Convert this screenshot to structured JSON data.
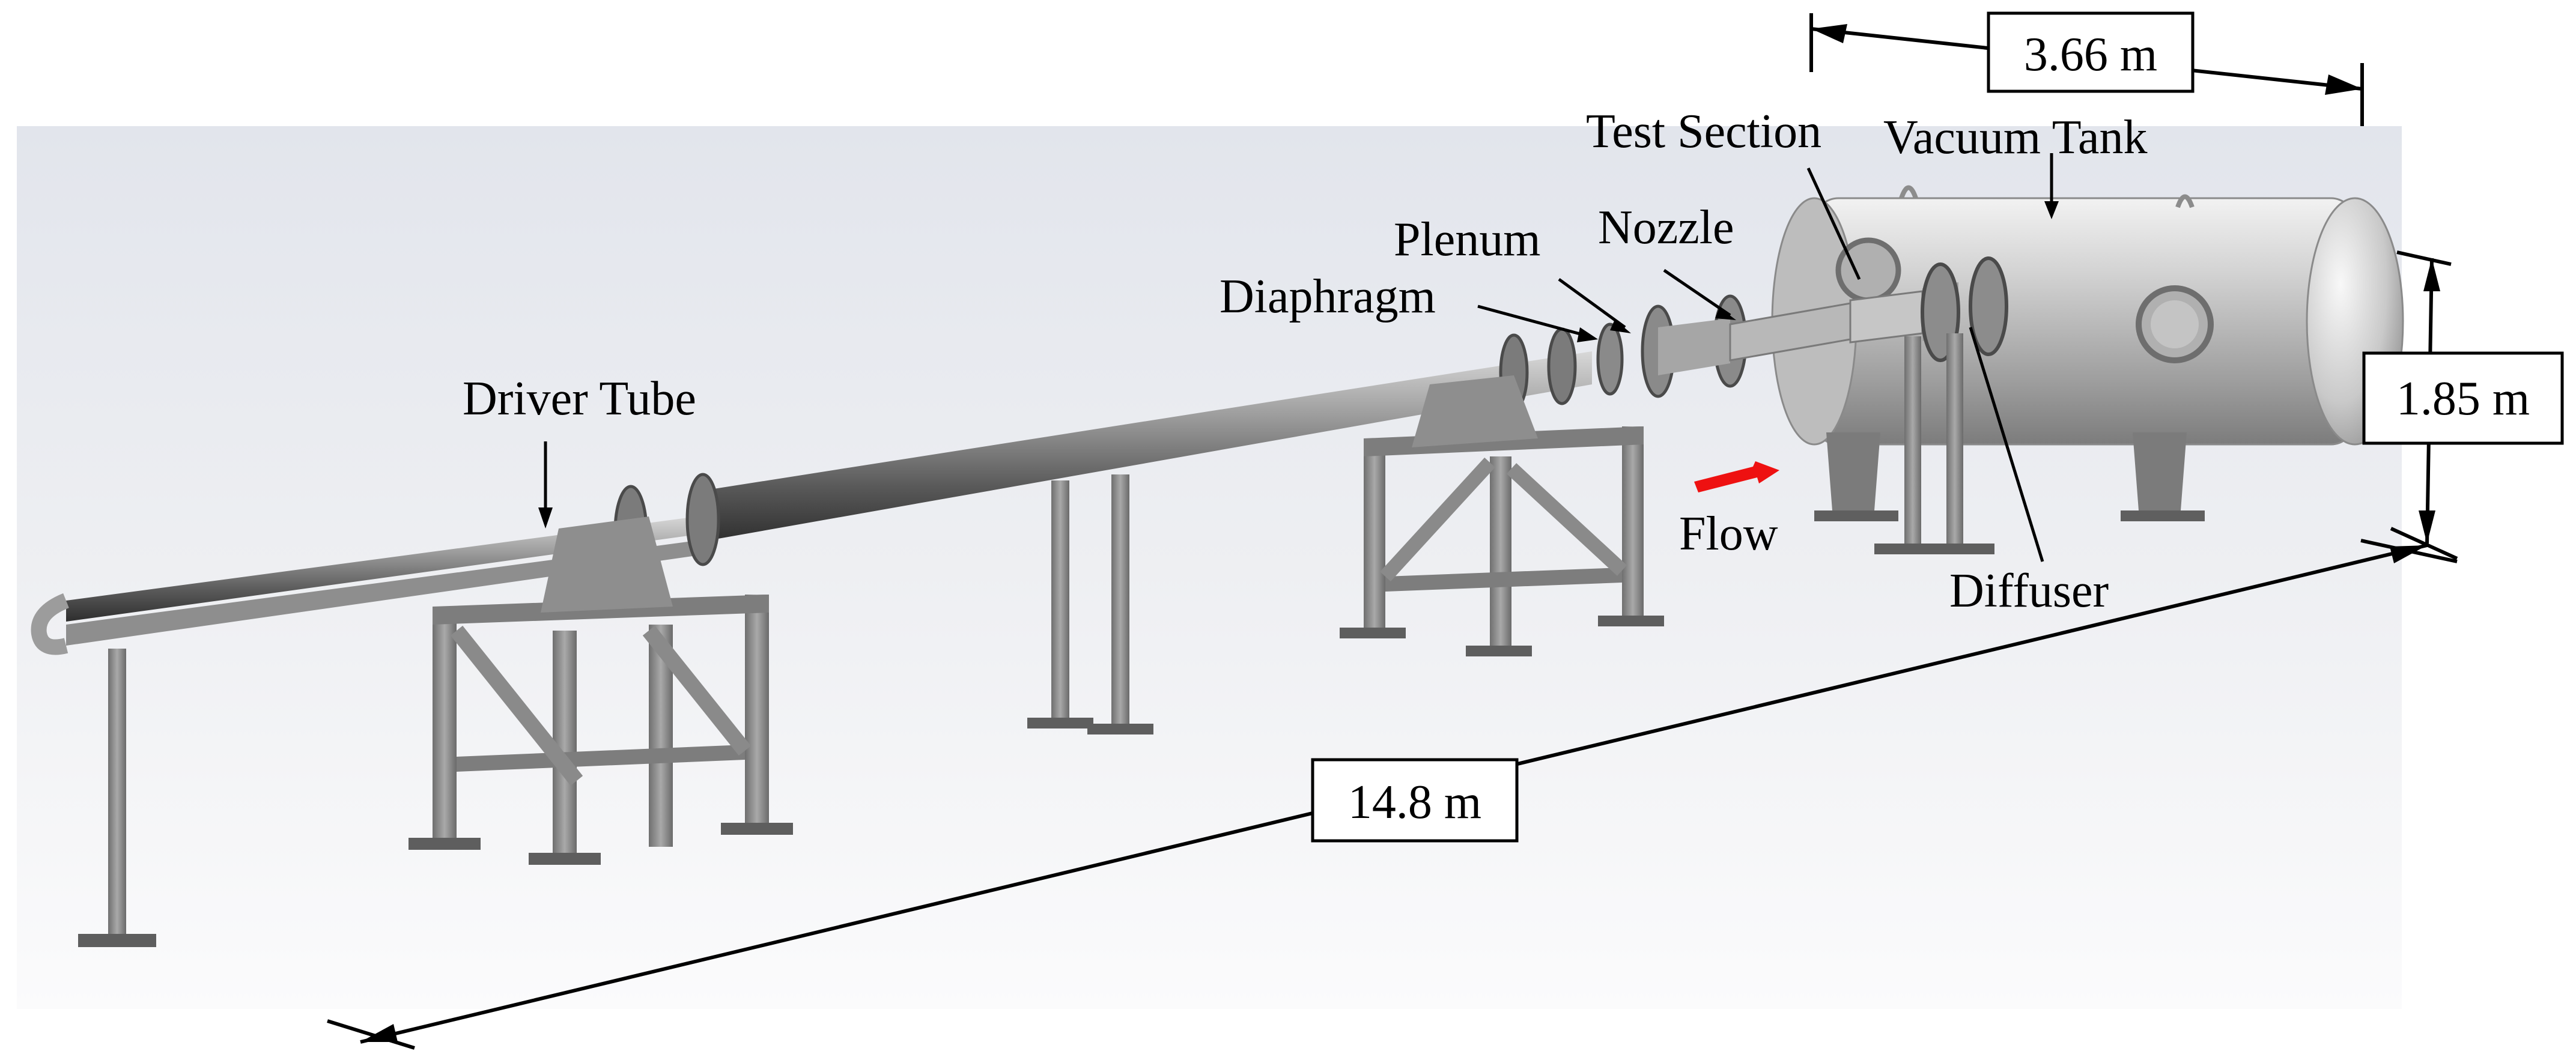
{
  "labels": {
    "driver_tube": "Driver Tube",
    "diaphragm": "Diaphragm",
    "plenum": "Plenum",
    "nozzle": "Nozzle",
    "test_section": "Test Section",
    "vacuum_tank": "Vacuum Tank",
    "diffuser": "Diffuser",
    "flow": "Flow"
  },
  "dimensions": {
    "overall_length": "14.8 m",
    "tank_length": "3.66 m",
    "tank_height": "1.85 m"
  },
  "colors": {
    "flow_arrow": "#ee1111",
    "metal": "#8f8f8f",
    "background": "#e9ebf0"
  }
}
